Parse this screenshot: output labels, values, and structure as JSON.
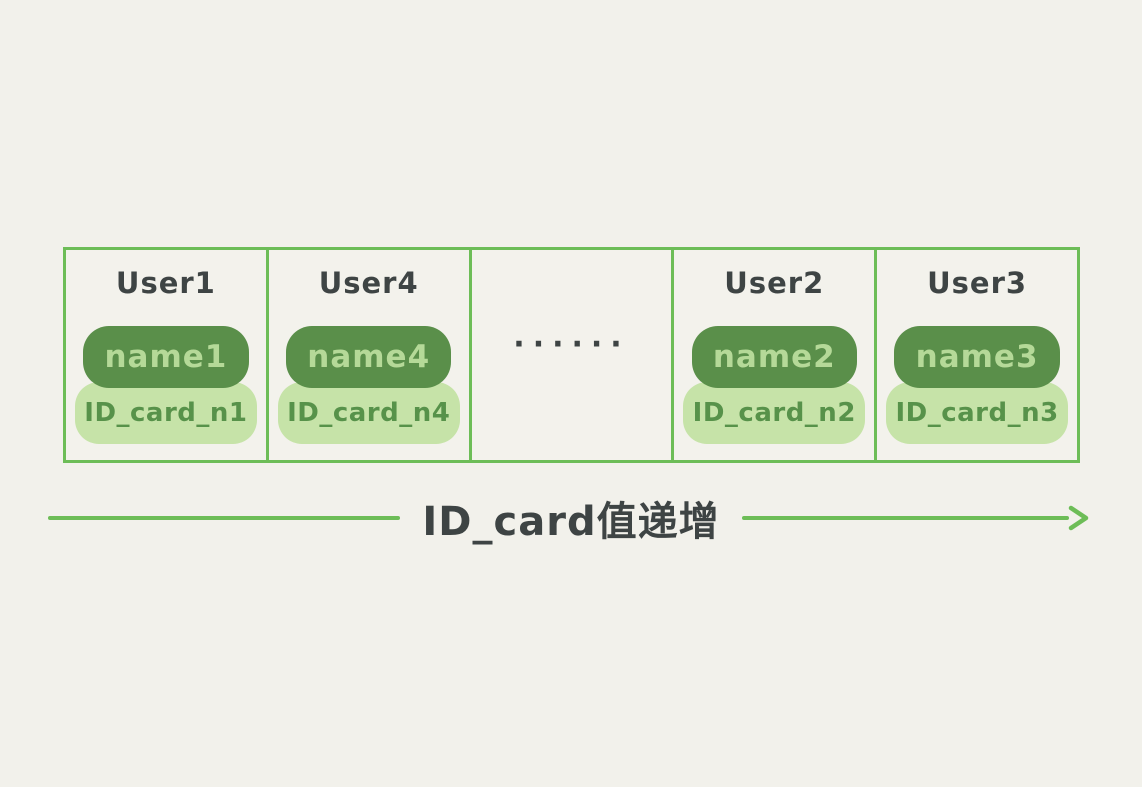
{
  "colors": {
    "background": "#f2f1eb",
    "table_border_green": "#6dbd57",
    "name_pill_bg": "#5a8f4a",
    "name_pill_text": "#b5d998",
    "id_pill_bg": "#c6e3a8",
    "id_pill_text": "#57924a",
    "heading_text": "#3e4444",
    "arrow_green": "#6dbd57"
  },
  "table": {
    "cells": [
      {
        "user": "User1",
        "name": "name1",
        "id_card": "ID_card_n1"
      },
      {
        "user": "User4",
        "name": "name4",
        "id_card": "ID_card_n4"
      },
      {
        "ellipsis": "······"
      },
      {
        "user": "User2",
        "name": "name2",
        "id_card": "ID_card_n2"
      },
      {
        "user": "User3",
        "name": "name3",
        "id_card": "ID_card_n3"
      }
    ]
  },
  "arrow": {
    "label": "ID_card值递增"
  }
}
